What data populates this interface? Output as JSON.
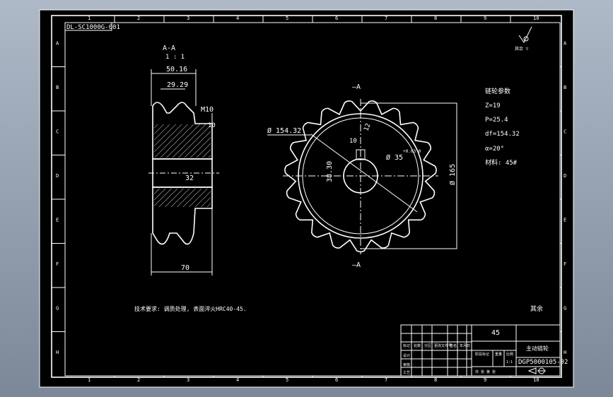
{
  "drawing": {
    "drawing_number_top": "DL-SC1000G-001",
    "section_label": "A-A",
    "section_scale": "1 : 1",
    "dim_overall_hub": "50.16",
    "dim_tooth_pitch": "29.29",
    "dim_m10": "M10",
    "dim_10": "10",
    "dim_32_keyway": "32",
    "dim_length": "70",
    "dim_outer_dia": "Ø 154.32",
    "dim_key_width": "10",
    "dim_key_depth": "12",
    "dim_bore_depth": "38.30",
    "dim_bore": "Ø 35",
    "dim_tol": "+0.03 0",
    "dim_165": "Ø 165",
    "cut_mark_top": "—A",
    "cut_mark_bottom": "—A",
    "params_title": "链轮参数",
    "param_z": "Z=19",
    "param_p": "P=25.4",
    "param_df": "df=154.32",
    "param_a": "α=20°",
    "param_mat": "材料: 45#",
    "tech_req": "技术要求: 调质处理, 表面淬火HRC40-45.",
    "remark": "其余",
    "roughness_note": "其余 ▽",
    "title_block": {
      "material": "45",
      "part_name": "主动链轮",
      "drawing_no": "DGP5000105-02",
      "scale_label": "比例",
      "qty": "1:1",
      "hdr1": "标记",
      "hdr2": "处数",
      "hdr3": "分区",
      "hdr4": "更改文件号",
      "hdr5": "签名",
      "hdr6": "年月日",
      "row_design": "设计",
      "row_check": "审核",
      "row_process": "工艺",
      "stage": "阶段标记",
      "weight": "重量",
      "sheets": "共 张 第 张"
    }
  },
  "border": {
    "cols": [
      "1",
      "2",
      "3",
      "4",
      "5",
      "6",
      "7",
      "8",
      "9",
      "10"
    ],
    "rows": [
      "A",
      "B",
      "C",
      "D",
      "E",
      "F",
      "G",
      "H"
    ]
  }
}
